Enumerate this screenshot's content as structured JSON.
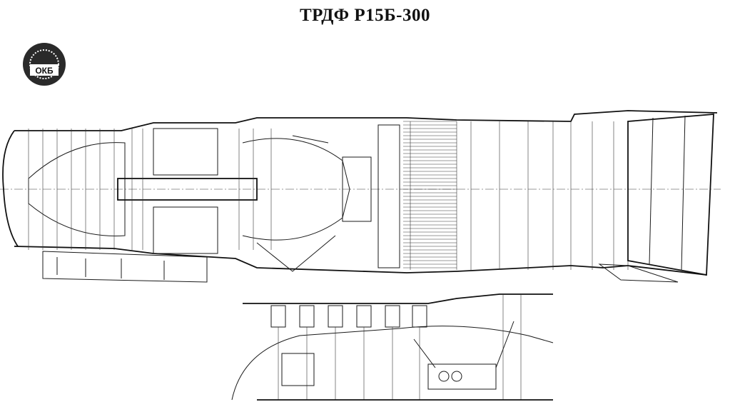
{
  "title": "ТРДФ Р15Б-300",
  "logo": {
    "text": "ОКБ",
    "icon": "design-bureau-emblem"
  }
}
